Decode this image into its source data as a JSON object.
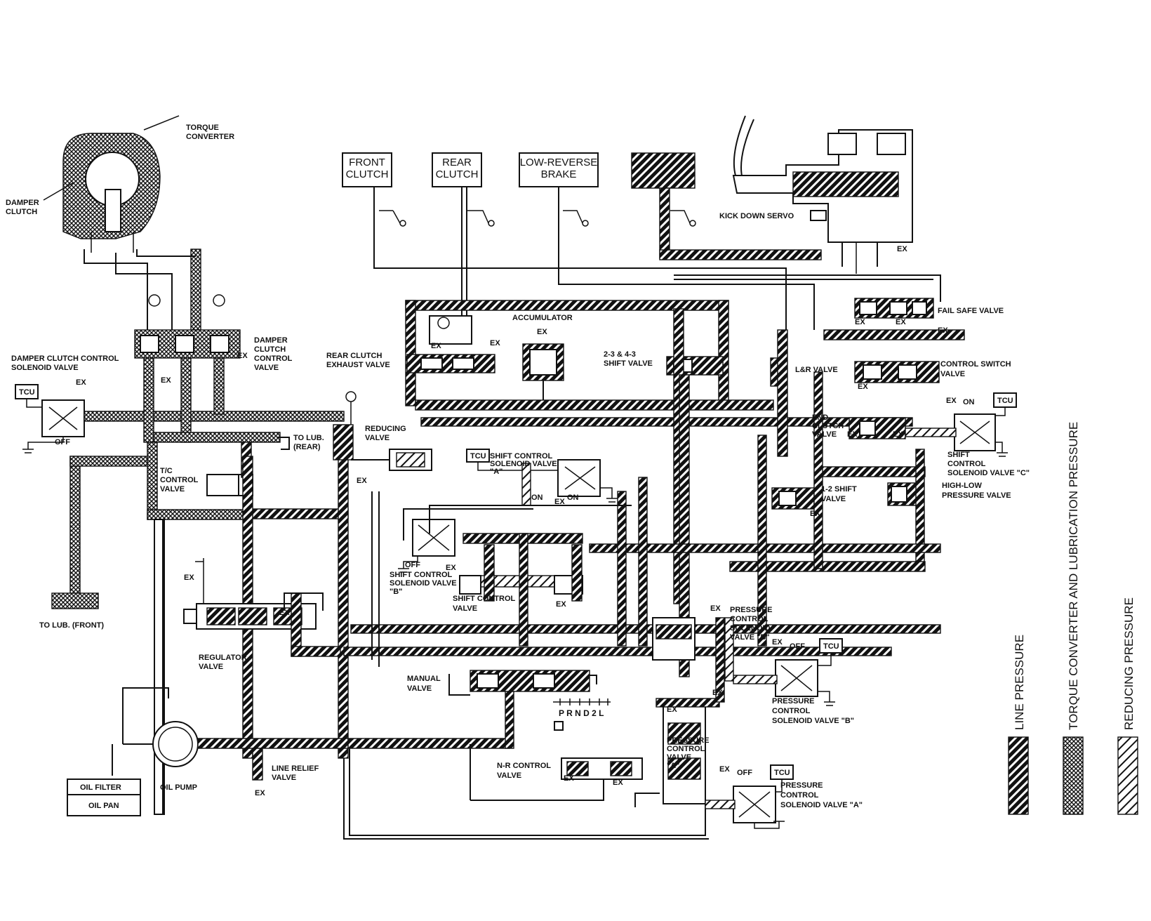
{
  "components": {
    "torque_converter": "TORQUE\nCONVERTER",
    "damper_clutch": "DAMPER\nCLUTCH",
    "damper_clutch_control_solenoid": "DAMPER CLUTCH CONTROL\nSOLENOID VALVE",
    "damper_clutch_control_valve": "DAMPER\nCLUTCH\nCONTROL\nVALVE",
    "to_lub_rear": "TO LUB.\n(REAR)",
    "tc_control_valve": "T/C\nCONTROL\nVALVE",
    "to_lub_front": "TO LUB. (FRONT)",
    "regulator_valve": "REGULATOR\nVALVE",
    "oil_filter": "OIL FILTER",
    "oil_pan": "OIL PAN",
    "oil_pump": "OIL PUMP",
    "line_relief_valve": "LINE RELIEF\nVALVE",
    "front_clutch": "FRONT\nCLUTCH",
    "rear_clutch": "REAR\nCLUTCH",
    "low_reverse_brake": "LOW-REVERSE\nBRAKE",
    "accumulator": "ACCUMULATOR",
    "rear_clutch_exhaust_valve": "REAR CLUTCH\nEXHAUST VALVE",
    "reducing_valve": "REDUCING\nVALVE",
    "shift_control_solenoid_a": "SHIFT CONTROL\nSOLENOID VALVE\n\"A\"",
    "shift_control_solenoid_b": "SHIFT CONTROL\nSOLENOID VALVE\n\"B\"",
    "shift_control_valve": "SHIFT CONTROL\nVALVE",
    "manual_valve": "MANUAL\nVALVE",
    "n_r_control_valve": "N-R CONTROL\nVALVE",
    "shift_valve_23_43": "2-3 & 4-3\nSHIFT VALVE",
    "lr_valve": "L&R VALVE",
    "end_clutch_valve": "END\nCLUTCH\nVALVE",
    "kick_down_servo": "KICK DOWN SERVO",
    "fail_safe_valve": "FAIL SAFE VALVE",
    "control_switch_valve": "CONTROL SWITCH\nVALVE",
    "shift_control_solenoid_c": "SHIFT\nCONTROL\nSOLENOID VALVE \"C\"",
    "valve_12_shift": "1-2 SHIFT\nVALVE",
    "high_low_pressure_valve": "HIGH-LOW\nPRESSURE VALVE",
    "pressure_control_solenoid_b_top": "PRESSURE\nCONTROL\nSOLENOID\nVALVE \"B\"",
    "pressure_control_solenoid_b_bottom": "PRESSURE\nCONTROL\nSOLENOID VALVE \"B\"",
    "pressure_control_valve_a": "PRESSURE\nCONTROL\nVALVE\n\"A\"",
    "pressure_control_solenoid_a": "PRESSURE\nCONTROL\nSOLENOID VALVE \"A\""
  },
  "marks": {
    "ex": "EX",
    "on": "ON",
    "off": "OFF",
    "tcu": "TCU",
    "shift_positions": "P R N D 2 L"
  },
  "legend": {
    "line_pressure": "LINE PRESSURE",
    "tc_lubrication": "TORQUE CONVERTER AND LUBRICATION PRESSURE",
    "reducing_pressure": "REDUCING PRESSURE"
  }
}
